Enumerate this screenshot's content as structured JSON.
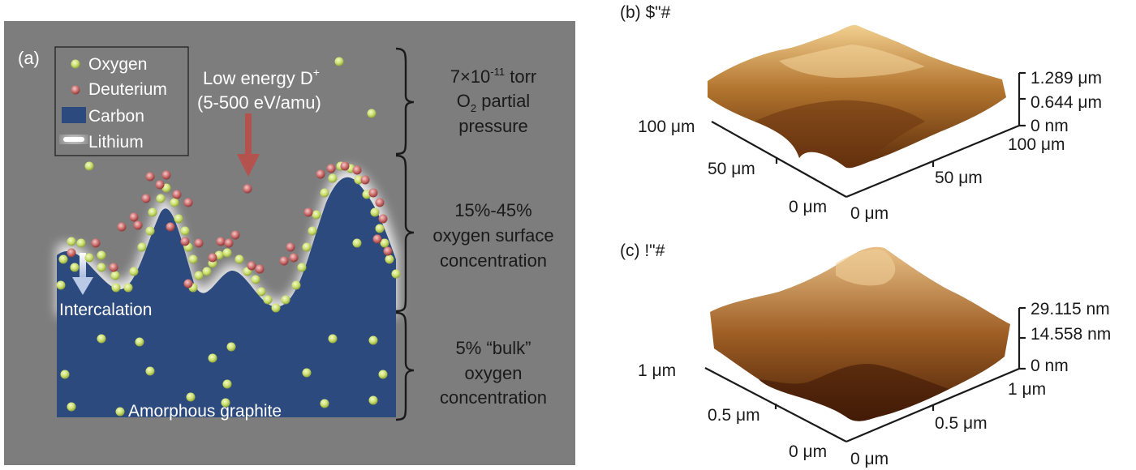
{
  "panel_a": {
    "label": "(a)",
    "legend": [
      {
        "name": "oxygen",
        "label": "Oxygen",
        "color": "#c9dd6c"
      },
      {
        "name": "deuterium",
        "label": "Deuterium",
        "color": "#c96b6b"
      },
      {
        "name": "carbon",
        "label": "Carbon",
        "color": "#2c4a7e"
      },
      {
        "name": "lithium",
        "label": "Lithium",
        "color": "#ffffff"
      }
    ],
    "beam_line1": "Low energy D",
    "beam_sup": "+",
    "beam_line2": "(5-500 eV/amu)",
    "intercalation": "Intercalation",
    "bottom_label": "Amorphous graphite",
    "background_color": "#7d7d7d"
  },
  "annotations": {
    "top_line1_pre": "7×10",
    "top_line1_sup": "-11",
    "top_line1_post": " torr",
    "top_line2_pre": "O",
    "top_line2_sub": "2",
    "top_line2_post": " partial",
    "top_line3": "pressure",
    "middle": [
      "15%-45%",
      "oxygen surface",
      "concentration"
    ],
    "bottom": [
      "5% “bulk”",
      "oxygen",
      "concentration"
    ]
  },
  "panel_b": {
    "label": "(b) $\"#",
    "z_ticks": [
      "1.289 μm",
      "0.644 μm",
      "0 nm"
    ],
    "x_ticks": [
      "0 μm",
      "50 μm",
      "100 μm"
    ],
    "y_ticks": [
      "0 μm",
      "50 μm",
      "100 μm"
    ]
  },
  "panel_c": {
    "label": "(c) !\"#",
    "z_ticks": [
      "29.115 nm",
      "14.558 nm",
      "0 nm"
    ],
    "x_ticks": [
      "0 μm",
      "0.5 μm",
      "1 μm"
    ],
    "y_ticks": [
      "0 μm",
      "0.5 μm",
      "1 μm"
    ]
  }
}
